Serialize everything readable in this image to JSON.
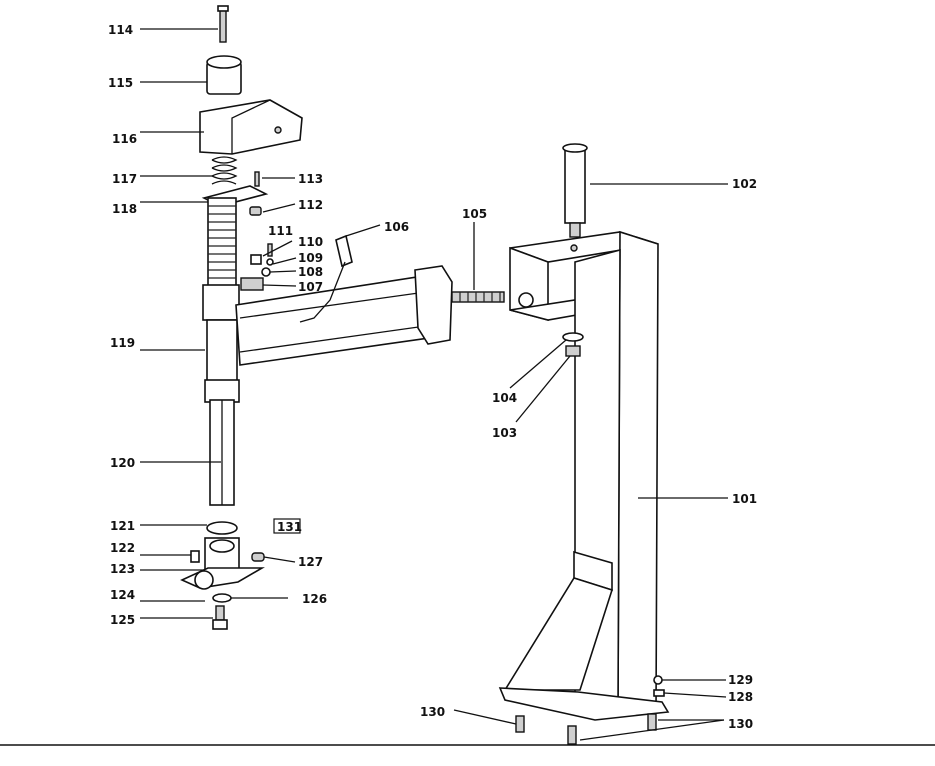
{
  "parts": {
    "p101": "101",
    "p102": "102",
    "p103": "103",
    "p104": "104",
    "p105": "105",
    "p106": "106",
    "p107": "107",
    "p108": "108",
    "p109": "109",
    "p110": "110",
    "p111": "111",
    "p112": "112",
    "p113": "113",
    "p114": "114",
    "p115": "115",
    "p116": "116",
    "p117": "117",
    "p118": "118",
    "p119": "119",
    "p120": "120",
    "p121": "121",
    "p122": "122",
    "p123": "123",
    "p124": "124",
    "p125": "125",
    "p126": "126",
    "p127": "127",
    "p128": "128",
    "p129": "129",
    "p130a": "130",
    "p130b": "130",
    "p131": "131"
  }
}
